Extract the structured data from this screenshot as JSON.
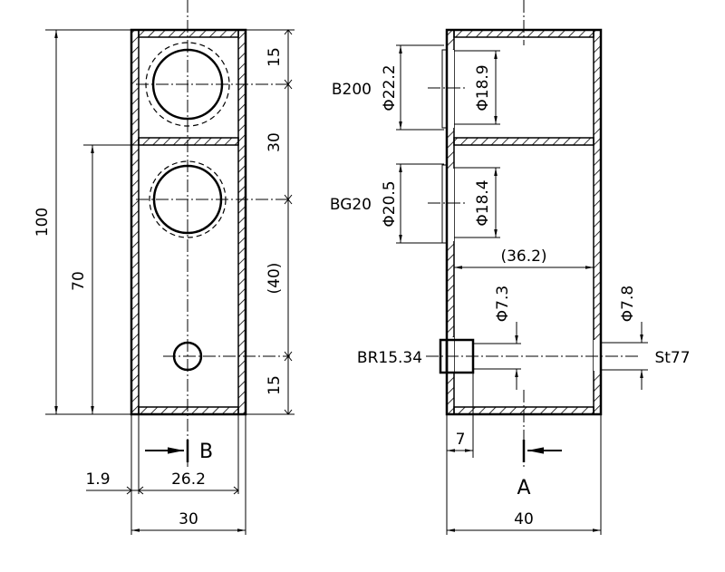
{
  "left_view": {
    "dims": {
      "overall_height": "100",
      "lower_height": "70",
      "top": "15",
      "middle": "30",
      "lower": "(40)",
      "bottom": "15",
      "wall": "1.9",
      "inner_width": "26.2",
      "outer_width": "30"
    },
    "section_label": "B"
  },
  "right_view": {
    "labels": {
      "top_holder": "B200",
      "mid_holder": "BG20",
      "side_holder": "BR15.34",
      "right_holder": "St77"
    },
    "dims": {
      "d_top_outer": "Φ22.2",
      "d_top_inner": "Φ18.9",
      "d_mid_outer": "Φ20.5",
      "d_mid_inner": "Φ18.4",
      "inner_width": "(36.2)",
      "d_small_left": "Φ7.3",
      "d_small_right": "Φ7.8",
      "offset": "7",
      "outer_width": "40"
    },
    "section_label": "A"
  }
}
